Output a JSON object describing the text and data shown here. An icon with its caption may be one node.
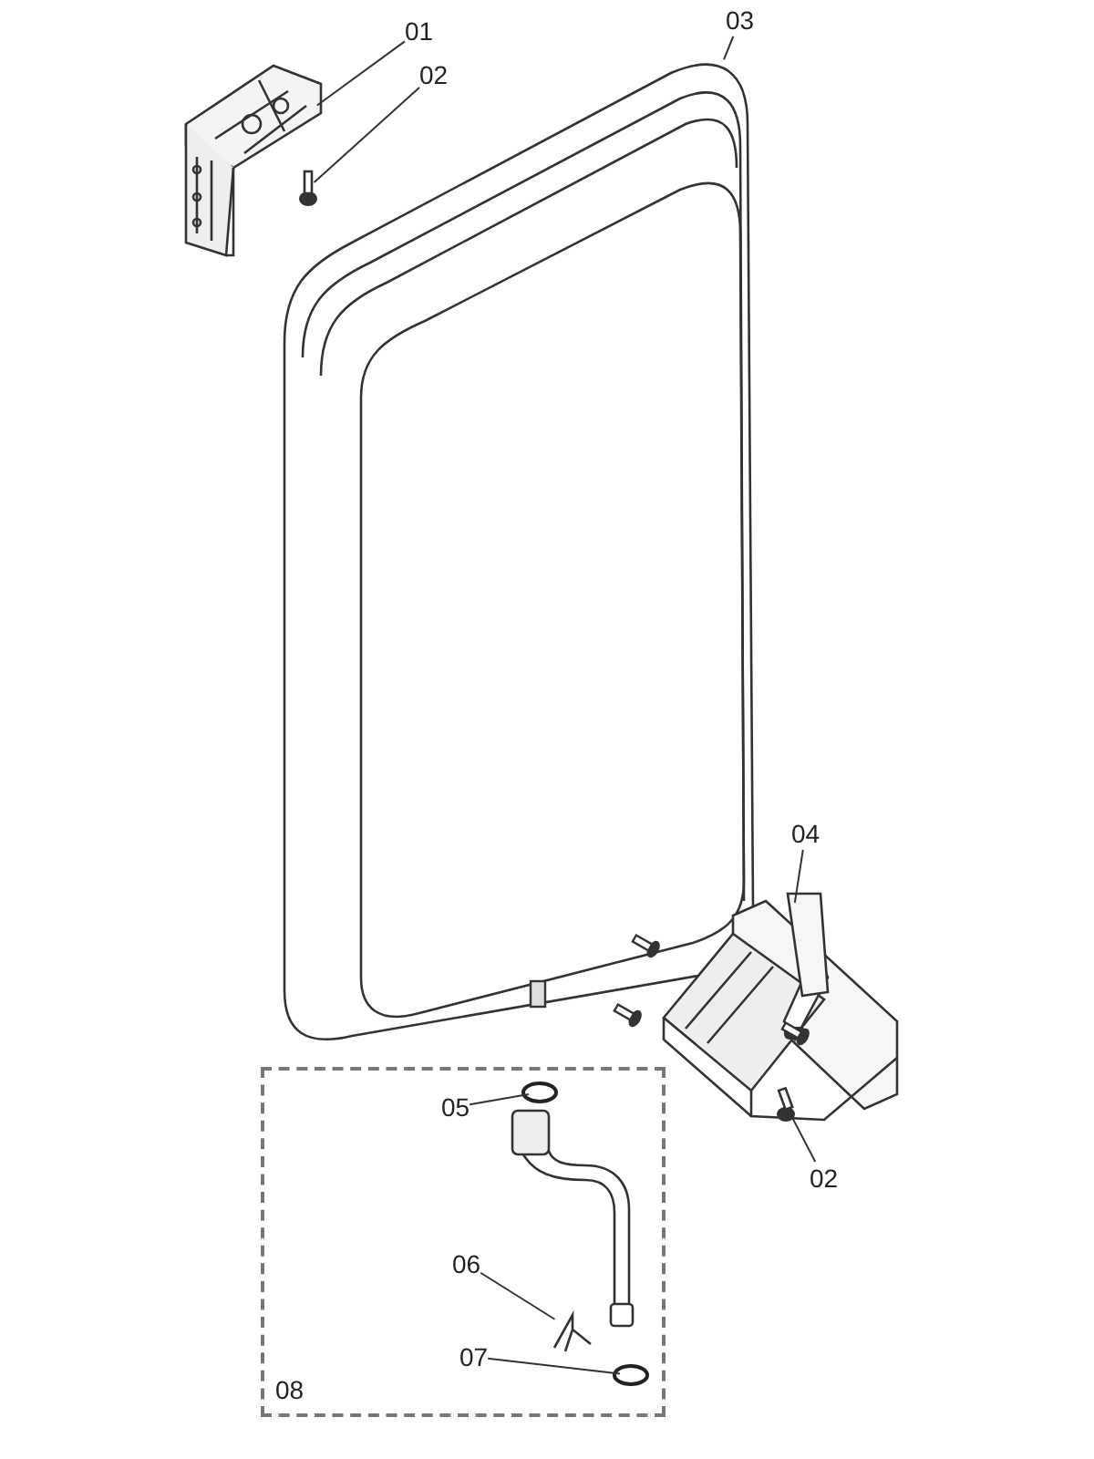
{
  "diagram": {
    "nodes": [
      {
        "text": [
          "01"
        ]
      },
      {
        "text": [],
        "shape": "picture"
      },
      {
        "text": [
          "02"
        ]
      },
      {
        "text": [],
        "shape": "picture"
      },
      {
        "text": [
          "03"
        ]
      },
      {
        "text": [],
        "shape": "picture"
      },
      {
        "text": [
          "04"
        ]
      },
      {
        "text": [],
        "shape": "picture"
      },
      {
        "text": [
          "02"
        ]
      },
      {
        "text": [],
        "shape": "picture"
      },
      {
        "text": [
          "08"
        ]
      },
      {
        "text": [
          "05"
        ],
        "in": 10
      },
      {
        "text": [],
        "shape": "circle",
        "in": 10
      },
      {
        "text": [
          "06"
        ],
        "in": 10
      },
      {
        "text": [],
        "shape": "picture",
        "in": 10
      },
      {
        "text": [
          "07"
        ],
        "in": 10
      },
      {
        "text": [],
        "shape": "circle",
        "in": 10
      }
    ],
    "edges": [
      {
        "from": 0,
        "to": 1,
        "arrow": "none"
      },
      {
        "from": 2,
        "to": 3,
        "arrow": "none"
      },
      {
        "from": 4,
        "to": 5,
        "arrow": "none"
      },
      {
        "from": 6,
        "to": 7,
        "arrow": "none"
      },
      {
        "from": 8,
        "to": 9,
        "arrow": "none"
      },
      {
        "from": 11,
        "to": 12,
        "arrow": "none"
      },
      {
        "from": 13,
        "to": 14,
        "arrow": "none"
      },
      {
        "from": 15,
        "to": 16,
        "arrow": "none"
      }
    ]
  }
}
